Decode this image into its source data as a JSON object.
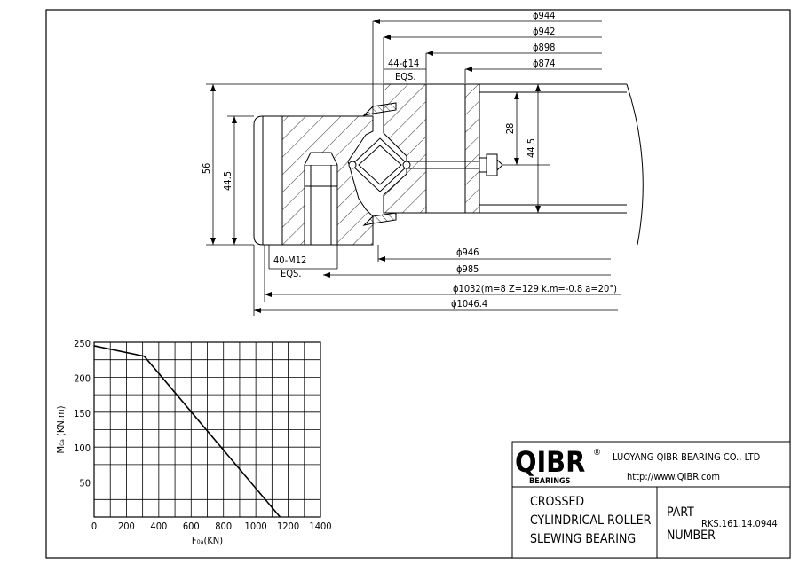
{
  "dimensions": {
    "d944": "ϕ944",
    "d942": "ϕ942",
    "d898": "ϕ898",
    "d874": "ϕ874",
    "holes_inner": "44-ϕ14",
    "eqs1": "EQS.",
    "h56": "56",
    "h44_5_left": "44.5",
    "h28": "28",
    "h44_5_right": "44.5",
    "holes_outer": "40-M12",
    "eqs2": "EQS.",
    "d946": "ϕ946",
    "d985": "ϕ985",
    "d1032": "ϕ1032(m=8 Z=129 k.m=-0.8 a=20°)",
    "d1046": "ϕ1046.4"
  },
  "chart_data": {
    "type": "line",
    "xlabel": "F₀ₐ(KN)",
    "ylabel": "M₀ₐ (KN.m)",
    "xlim": [
      0,
      1400
    ],
    "ylim": [
      0,
      250
    ],
    "x_ticks": [
      "0",
      "200",
      "400",
      "600",
      "800",
      "1000",
      "1200",
      "1400"
    ],
    "y_ticks": [
      "50",
      "100",
      "150",
      "200",
      "250"
    ],
    "grid": true,
    "series": [
      {
        "x": [
          0,
          310,
          1150
        ],
        "y": [
          245,
          230,
          0
        ]
      }
    ]
  },
  "title_block": {
    "logo": "QIBR",
    "logo_sub": "BEARINGS",
    "registered": "®",
    "company": "LUOYANG QIBR BEARING CO., LTD",
    "url": "http://www.QIBR.com",
    "desc_line1": "CROSSED",
    "desc_line2": "CYLINDRICAL ROLLER",
    "desc_line3": "SLEWING BEARING",
    "part_label1": "PART",
    "part_label2": "NUMBER",
    "part_number": "RKS.161.14.0944"
  }
}
